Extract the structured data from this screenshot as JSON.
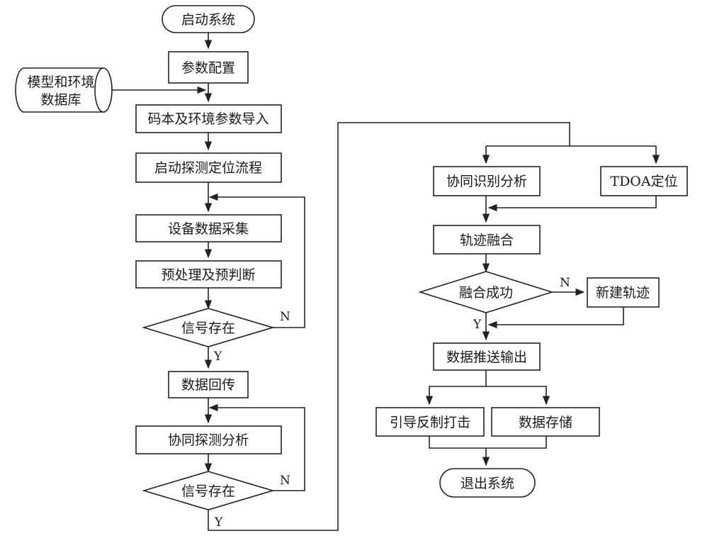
{
  "nodes": {
    "start": "启动系统",
    "param_config": "参数配置",
    "model_db": [
      "模型和环境",
      "数据库"
    ],
    "import_params": "码本及环境参数导入",
    "start_detect": "启动探测定位流程",
    "data_collect": "设备数据采集",
    "preprocess": "预处理及预判断",
    "signal_exist_1": "信号存在",
    "data_return": "数据回传",
    "coop_detect": "协同探测分析",
    "signal_exist_2": "信号存在",
    "coop_identify": "协同识别分析",
    "tdoa": "TDOA定位",
    "track_fusion": "轨迹融合",
    "fusion_success": "融合成功",
    "new_track": "新建轨迹",
    "data_push": "数据推送输出",
    "guide_strike": "引导反制打击",
    "data_store": "数据存储",
    "exit": "退出系统"
  },
  "edge_labels": {
    "signal1_no": "N",
    "signal1_yes": "Y",
    "signal2_no": "N",
    "signal2_yes": "Y",
    "fusion_no": "N",
    "fusion_yes": "Y"
  }
}
